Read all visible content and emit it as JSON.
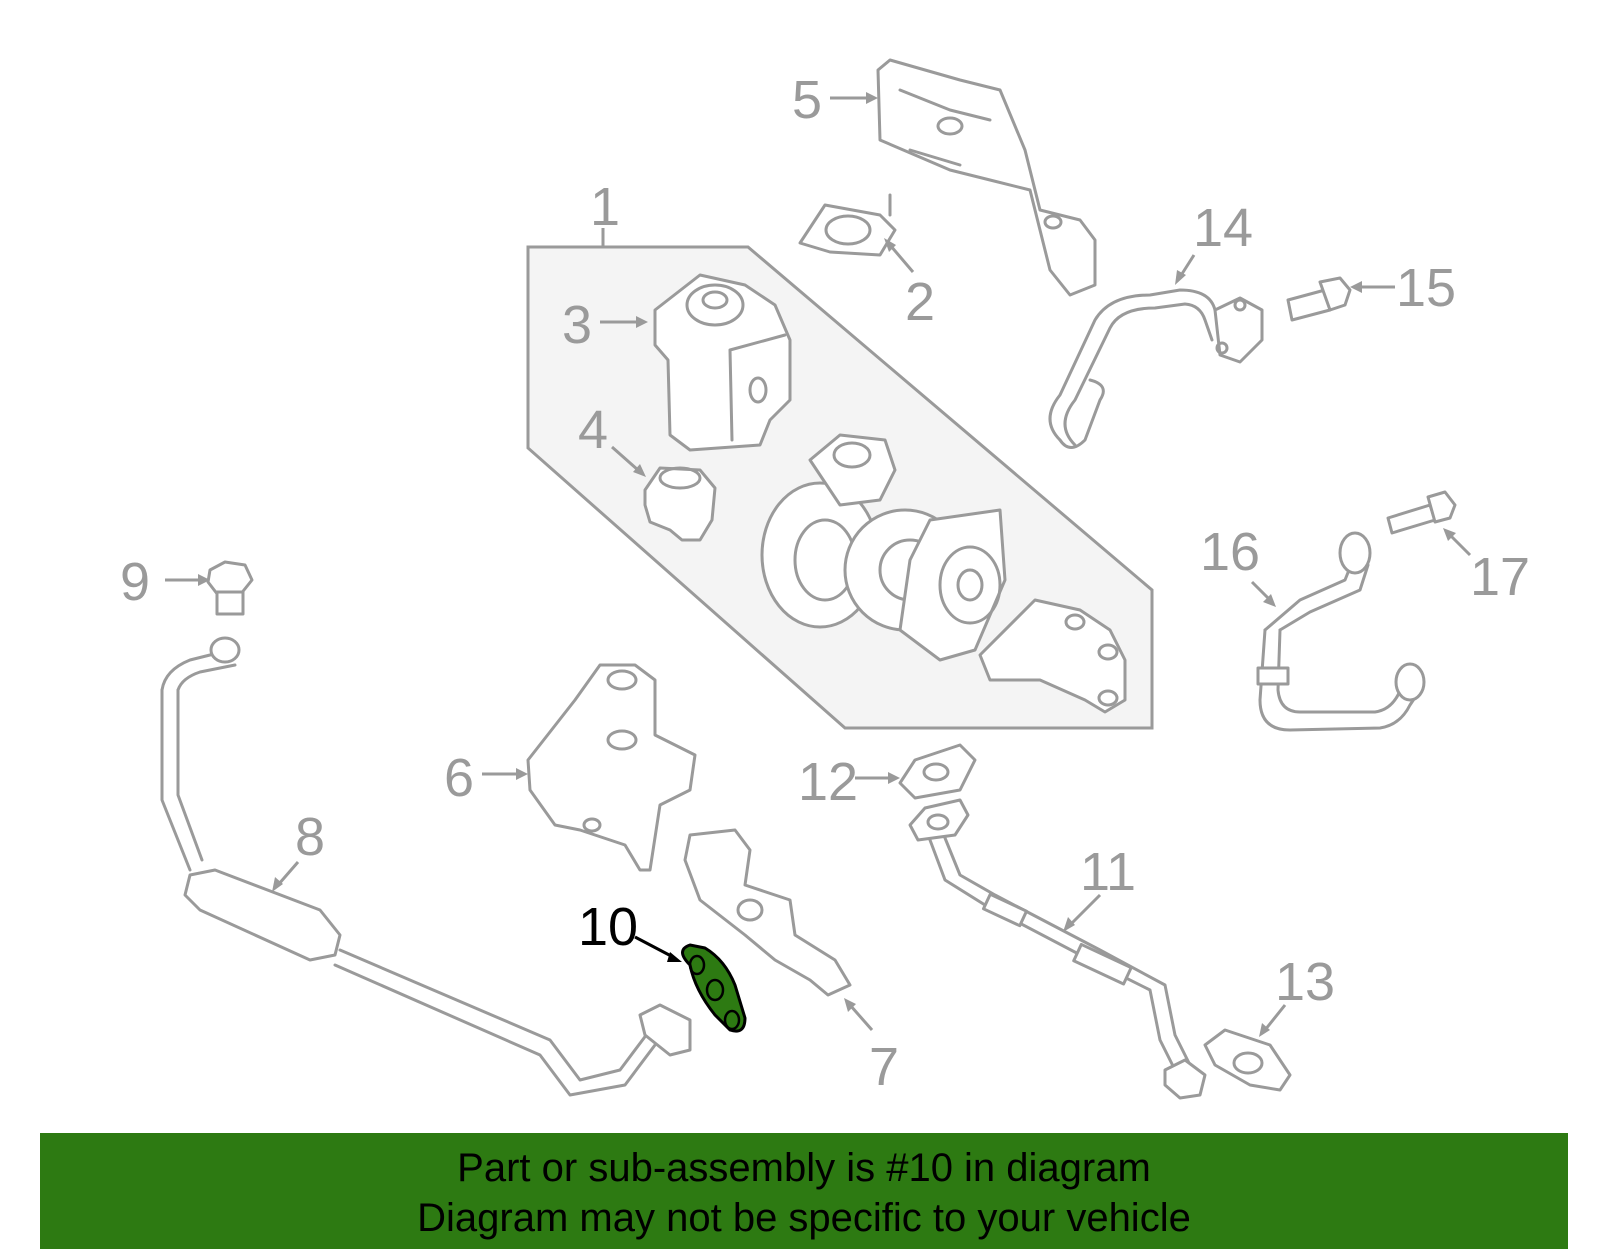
{
  "callouts": [
    "1",
    "2",
    "3",
    "4",
    "5",
    "6",
    "7",
    "8",
    "9",
    "10",
    "11",
    "12",
    "13",
    "14",
    "15",
    "16",
    "17"
  ],
  "highlight": {
    "part_number": "10",
    "color": "#2d7a12"
  },
  "banner": {
    "line1": "Part or sub-assembly is #10 in diagram",
    "line2": "Diagram may not be specific to your vehicle",
    "background": "#2d7a12"
  },
  "colors": {
    "linework": "#9a9a9a",
    "assembly_fill": "#f4f4f4"
  }
}
